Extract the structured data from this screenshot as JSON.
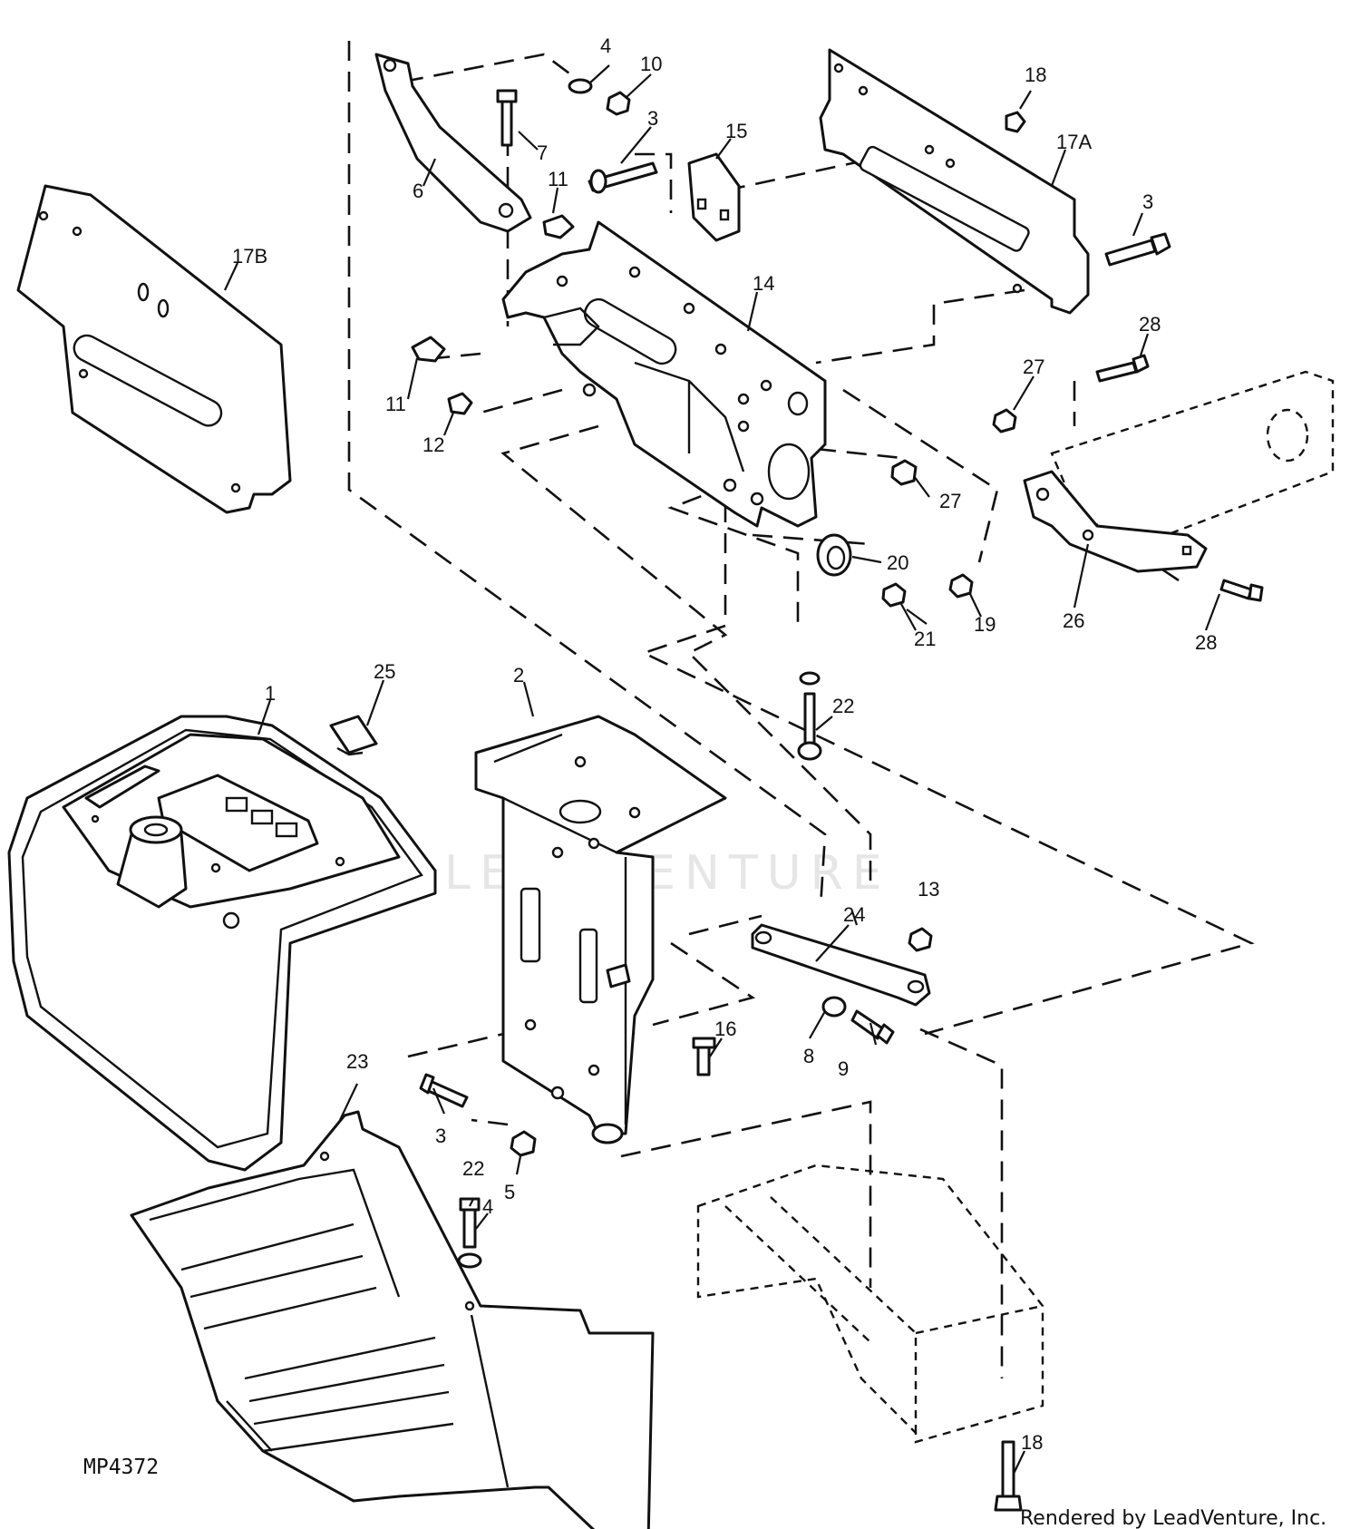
{
  "diagram": {
    "drawing_code": "MP4372",
    "credit": "Rendered by LeadVenture, Inc.",
    "watermark": "LEADVENTURE",
    "callouts": [
      "1",
      "2",
      "3",
      "3",
      "3",
      "4",
      "4",
      "5",
      "6",
      "7",
      "8",
      "9",
      "10",
      "11",
      "11",
      "12",
      "13",
      "14",
      "15",
      "16",
      "17A",
      "17B",
      "18",
      "18",
      "19",
      "20",
      "21",
      "22",
      "22",
      "23",
      "24",
      "25",
      "26",
      "27",
      "27",
      "28",
      "28"
    ]
  }
}
